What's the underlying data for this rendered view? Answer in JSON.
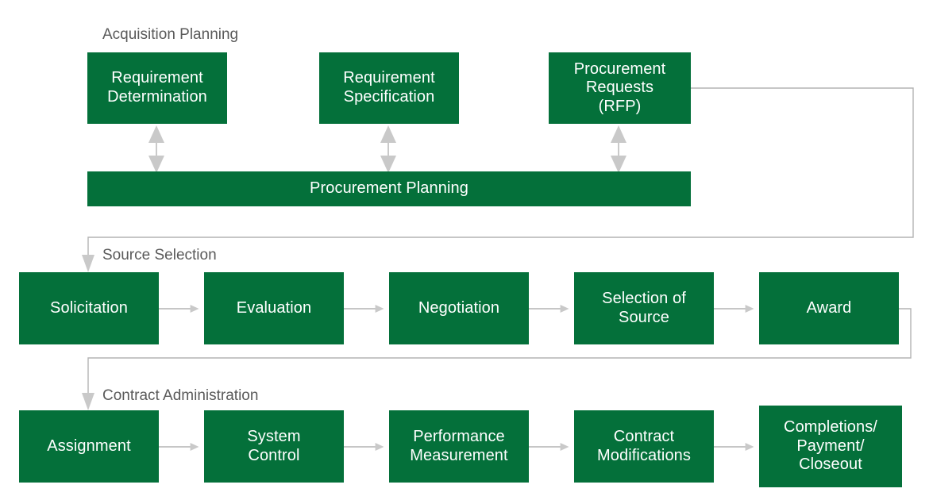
{
  "diagram": {
    "title_visible": false,
    "colors": {
      "node_fill": "#04703A",
      "node_text": "#ffffff",
      "section_label": "#5a5a5a",
      "connector_line": "#b3b3b3",
      "arrow_head": "#c9c9c9",
      "background": "#ffffff"
    },
    "sections": [
      {
        "id": "acquisition-planning",
        "label": "Acquisition Planning"
      },
      {
        "id": "source-selection",
        "label": "Source Selection"
      },
      {
        "id": "contract-administration",
        "label": "Contract Administration"
      }
    ],
    "nodes": [
      {
        "id": "requirement-determination",
        "label": "Requirement\nDetermination",
        "section": "acquisition-planning"
      },
      {
        "id": "requirement-specification",
        "label": "Requirement\nSpecification",
        "section": "acquisition-planning"
      },
      {
        "id": "procurement-requests-rfp",
        "label": "Procurement\nRequests\n(RFP)",
        "section": "acquisition-planning"
      },
      {
        "id": "procurement-planning",
        "label": "Procurement Planning",
        "section": "acquisition-planning"
      },
      {
        "id": "solicitation",
        "label": "Solicitation",
        "section": "source-selection"
      },
      {
        "id": "evaluation",
        "label": "Evaluation",
        "section": "source-selection"
      },
      {
        "id": "negotiation",
        "label": "Negotiation",
        "section": "source-selection"
      },
      {
        "id": "selection-of-source",
        "label": "Selection of\nSource",
        "section": "source-selection"
      },
      {
        "id": "award",
        "label": "Award",
        "section": "source-selection"
      },
      {
        "id": "assignment",
        "label": "Assignment",
        "section": "contract-administration"
      },
      {
        "id": "system-control",
        "label": "System\nControl",
        "section": "contract-administration"
      },
      {
        "id": "performance-measurement",
        "label": "Performance\nMeasurement",
        "section": "contract-administration"
      },
      {
        "id": "contract-modifications",
        "label": "Contract\nModifications",
        "section": "contract-administration"
      },
      {
        "id": "completions-payment-closeout",
        "label": "Completions/\nPayment/\nCloseout",
        "section": "contract-administration"
      }
    ],
    "connections": [
      {
        "from": "requirement-determination",
        "to": "procurement-planning",
        "type": "double-vertical"
      },
      {
        "from": "requirement-specification",
        "to": "procurement-planning",
        "type": "double-vertical"
      },
      {
        "from": "procurement-requests-rfp",
        "to": "procurement-planning",
        "type": "double-vertical"
      },
      {
        "from": "procurement-requests-rfp",
        "to": "solicitation",
        "type": "routed"
      },
      {
        "from": "solicitation",
        "to": "evaluation",
        "type": "horizontal"
      },
      {
        "from": "evaluation",
        "to": "negotiation",
        "type": "horizontal"
      },
      {
        "from": "negotiation",
        "to": "selection-of-source",
        "type": "horizontal"
      },
      {
        "from": "selection-of-source",
        "to": "award",
        "type": "horizontal"
      },
      {
        "from": "award",
        "to": "assignment",
        "type": "routed"
      },
      {
        "from": "assignment",
        "to": "system-control",
        "type": "horizontal"
      },
      {
        "from": "system-control",
        "to": "performance-measurement",
        "type": "horizontal"
      },
      {
        "from": "performance-measurement",
        "to": "contract-modifications",
        "type": "horizontal"
      },
      {
        "from": "contract-modifications",
        "to": "completions-payment-closeout",
        "type": "horizontal"
      }
    ]
  }
}
